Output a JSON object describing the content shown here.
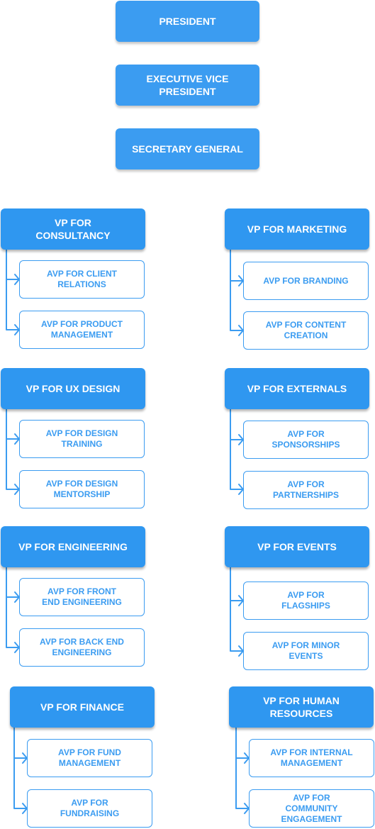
{
  "top": {
    "president": "PRESIDENT",
    "evp": "EXECUTIVE VICE\nPRESIDENT",
    "sg": "SECRETARY GENERAL"
  },
  "groups": [
    {
      "vp": "VP FOR\nCONSULTANCY",
      "avps": [
        "AVP FOR CLIENT\nRELATIONS",
        "AVP FOR PRODUCT\nMANAGEMENT"
      ]
    },
    {
      "vp": "VP FOR MARKETING",
      "avps": [
        "AVP FOR BRANDING",
        "AVP FOR CONTENT\nCREATION"
      ]
    },
    {
      "vp": "VP FOR UX DESIGN",
      "avps": [
        "AVP FOR DESIGN\nTRAINING",
        "AVP FOR DESIGN\nMENTORSHIP"
      ]
    },
    {
      "vp": "VP FOR EXTERNALS",
      "avps": [
        "AVP FOR\nSPONSORSHIPS",
        "AVP FOR\nPARTNERSHIPS"
      ]
    },
    {
      "vp": "VP FOR ENGINEERING",
      "avps": [
        "AVP FOR FRONT\nEND ENGINEERING",
        "AVP FOR BACK END\nENGINEERING"
      ]
    },
    {
      "vp": "VP FOR EVENTS",
      "avps": [
        "AVP FOR\nFLAGSHIPS",
        "AVP FOR MINOR\nEVENTS"
      ]
    },
    {
      "vp": "VP FOR FINANCE",
      "avps": [
        "AVP FOR FUND\nMANAGEMENT",
        "AVP FOR\nFUNDRAISING"
      ]
    },
    {
      "vp": "VP FOR HUMAN\nRESOURCES",
      "avps": [
        "AVP FOR INTERNAL\nMANAGEMENT",
        "AVP FOR\nCOMMUNITY\nENGAGEMENT"
      ]
    }
  ],
  "colors": {
    "accent": "#3b9cf1",
    "vp_fill": "#2f97f0",
    "text_light": "#ffffff"
  }
}
